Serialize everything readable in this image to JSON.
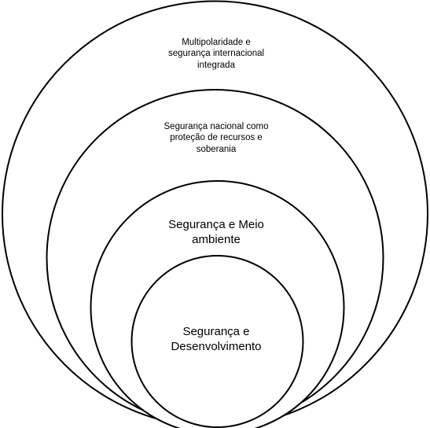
{
  "diagram": {
    "stroke_color": "#000000",
    "fill_color": "#ffffff",
    "circles": [
      {
        "id": "outer",
        "label_lines": [
          "Multipolaridade e",
          "segurança internacional",
          "integrada"
        ]
      },
      {
        "id": "second",
        "label_lines": [
          "Segurança nacional como",
          "proteção de recursos e",
          "soberania"
        ]
      },
      {
        "id": "third",
        "label_lines": [
          "Segurança e Meio",
          "ambiente"
        ]
      },
      {
        "id": "inner",
        "label_lines": [
          "Segurança  e",
          "Desenvolvimento"
        ]
      }
    ]
  }
}
